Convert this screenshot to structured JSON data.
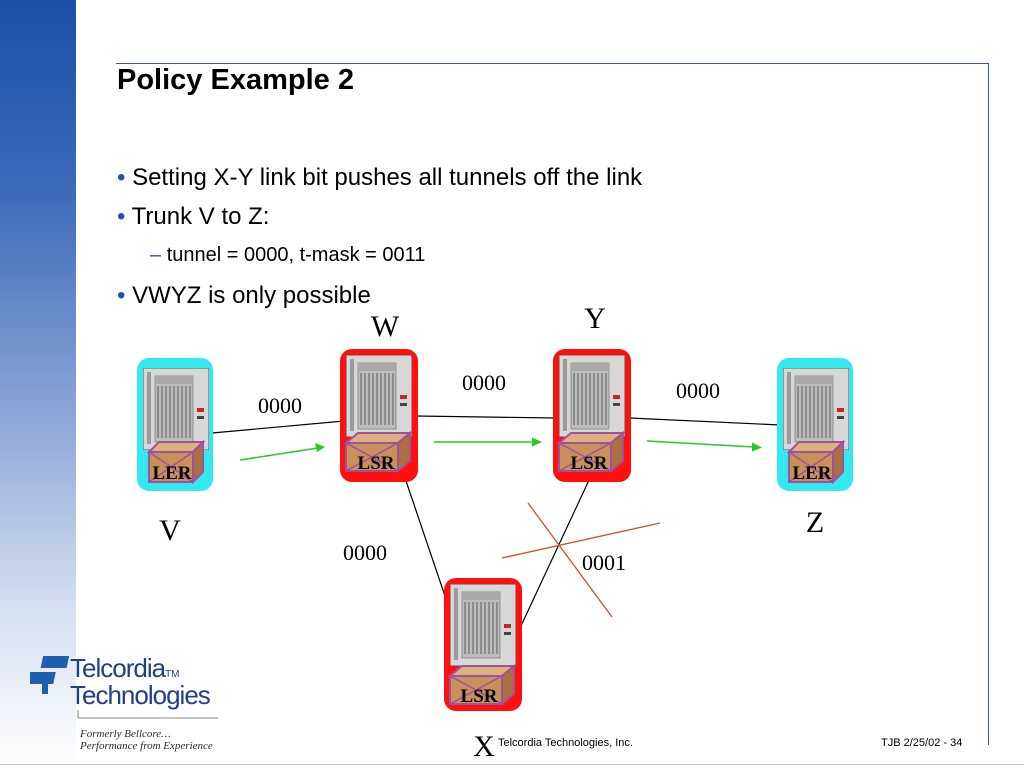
{
  "slide": {
    "title": "Policy Example 2",
    "bullets": [
      {
        "text": "Setting X-Y link bit pushes all tunnels off the link"
      },
      {
        "text": "Trunk V to Z:"
      },
      {
        "text": "VWYZ is only possible"
      }
    ],
    "sub_bullet": "tunnel = 0000, t-mask = 0011",
    "bullet_marker": "•",
    "sub_marker": "–"
  },
  "diagram": {
    "nodes": {
      "V": {
        "name": "V",
        "box": "LER",
        "color": "#33e8ee"
      },
      "W": {
        "name": "W",
        "box": "LSR",
        "color": "#ff1010"
      },
      "Y": {
        "name": "Y",
        "box": "LSR",
        "color": "#ff1010"
      },
      "Z": {
        "name": "Z",
        "box": "LER",
        "color": "#33e8ee"
      },
      "X": {
        "name": "X",
        "box": "LSR",
        "color": "#ff1010"
      }
    },
    "links": {
      "VW": "0000",
      "WY": "0000",
      "YZ": "0000",
      "WX": "0000",
      "XY": "0001"
    },
    "colors": {
      "arrow": "#22cc22",
      "cross": "#d0502a",
      "link": "#000000",
      "box_fill": "#c8915a",
      "box_border": "#a050a0"
    }
  },
  "branding": {
    "brand_line1": "Telcordia",
    "brand_tm": "TM",
    "brand_line2": "Technologies",
    "formerly": "Formerly Bellcore…",
    "tagline": "Performance from Experience"
  },
  "footer": {
    "company": "Telcordia Technologies, Inc.",
    "ref": "TJB 2/25/02 - 34"
  }
}
